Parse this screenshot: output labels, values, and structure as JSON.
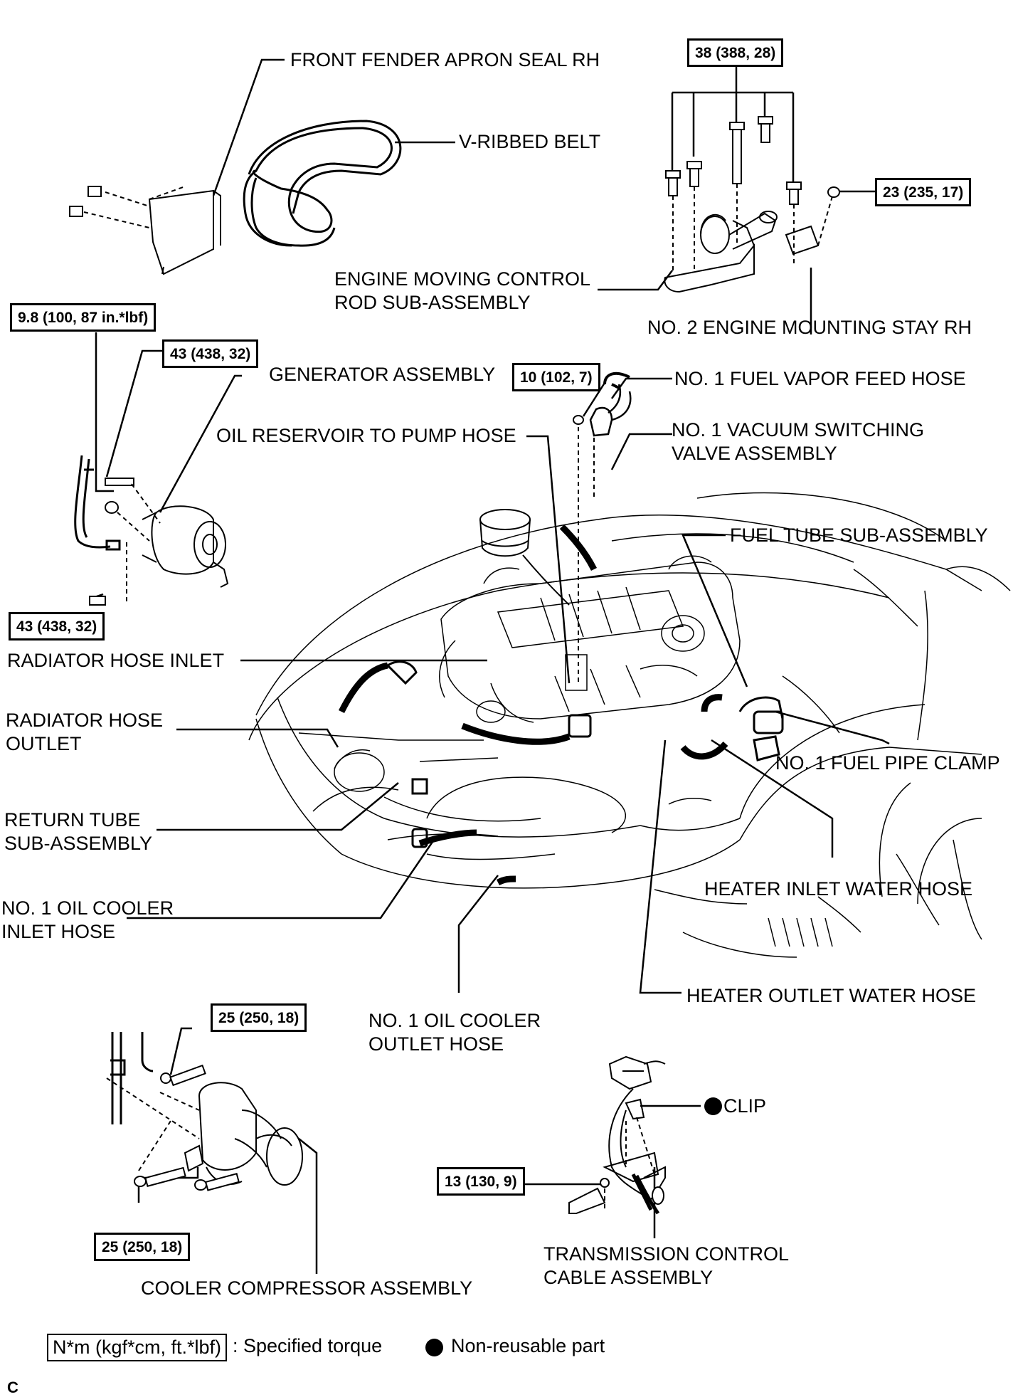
{
  "labels": {
    "front_fender_apron_seal": "FRONT FENDER APRON SEAL RH",
    "v_ribbed_belt": "V-RIBBED BELT",
    "engine_moving_control_rod": "ENGINE MOVING CONTROL\nROD SUB-ASSEMBLY",
    "no2_engine_mounting_stay": "NO. 2 ENGINE MOUNTING STAY RH",
    "generator_assembly": "GENERATOR ASSEMBLY",
    "oil_reservoir_to_pump_hose": "OIL RESERVOIR TO PUMP HOSE",
    "no1_fuel_vapor_feed_hose": "NO. 1 FUEL VAPOR FEED HOSE",
    "no1_vacuum_switching_valve": "NO. 1 VACUUM SWITCHING\nVALVE ASSEMBLY",
    "fuel_tube_sub_assembly": "FUEL TUBE SUB-ASSEMBLY",
    "radiator_hose_inlet": "RADIATOR HOSE INLET",
    "radiator_hose_outlet": "RADIATOR HOSE\nOUTLET",
    "no1_fuel_pipe_clamp": "NO. 1 FUEL PIPE CLAMP",
    "return_tube": "RETURN TUBE\nSUB-ASSEMBLY",
    "heater_inlet_water_hose": "HEATER INLET WATER HOSE",
    "no1_oil_cooler_inlet_hose": "NO. 1 OIL COOLER\nINLET HOSE",
    "heater_outlet_water_hose": "HEATER OUTLET WATER HOSE",
    "no1_oil_cooler_outlet_hose": "NO. 1 OIL COOLER\nOUTLET HOSE",
    "clip": "CLIP",
    "cooler_compressor_assembly": "COOLER COMPRESSOR ASSEMBLY",
    "transmission_control_cable": "TRANSMISSION CONTROL\nCABLE ASSEMBLY"
  },
  "torques": {
    "t38": "38 (388, 28)",
    "t23": "23 (235, 17)",
    "t98": "9.8 (100, 87 in.*lbf)",
    "t43_top": "43 (438, 32)",
    "t43_bottom": "43 (438, 32)",
    "t10": "10 (102, 7)",
    "t25_top": "25 (250, 18)",
    "t25_bottom": "25 (250, 18)",
    "t13": "13 (130, 9)"
  },
  "legend": {
    "torque_box": "N*m (kgf*cm, ft.*lbf)",
    "torque_text": ": Specified torque",
    "nonreusable_text": "Non-reusable part"
  },
  "figure_code": "C"
}
